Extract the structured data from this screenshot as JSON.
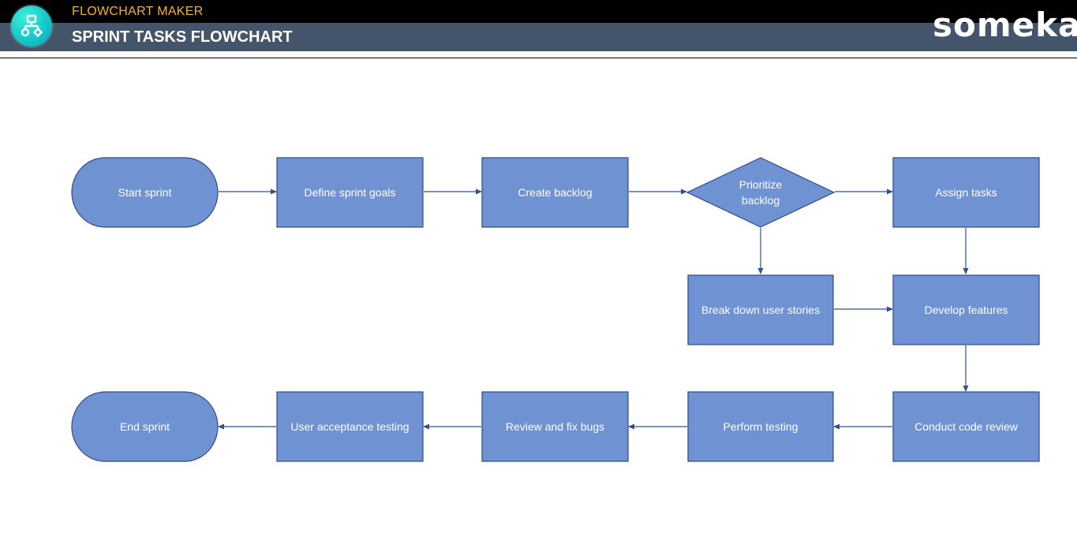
{
  "header": {
    "app_name": "FLOWCHART MAKER",
    "page_title": "SPRINT TASKS FLOWCHART",
    "brand": "someka",
    "app_icon": "flowchart-icon"
  },
  "colors": {
    "node_fill": "#6f93d2",
    "node_stroke": "#2f4b86",
    "connector": "#2f528f",
    "header_bg": "#44546a",
    "accent": "#f5b325"
  },
  "flowchart": {
    "nodes": [
      {
        "id": "n1",
        "label": "Start sprint",
        "shape": "terminator"
      },
      {
        "id": "n2",
        "label": "Define sprint goals",
        "shape": "process"
      },
      {
        "id": "n3",
        "label": "Create backlog",
        "shape": "process"
      },
      {
        "id": "n4",
        "label": "Prioritize backlog",
        "shape": "decision"
      },
      {
        "id": "n5",
        "label": "Assign tasks",
        "shape": "process"
      },
      {
        "id": "n6",
        "label": "Break down user stories",
        "shape": "process"
      },
      {
        "id": "n7",
        "label": "Develop features",
        "shape": "process"
      },
      {
        "id": "n8",
        "label": "Conduct code review",
        "shape": "process"
      },
      {
        "id": "n9",
        "label": "Perform testing",
        "shape": "process"
      },
      {
        "id": "n10",
        "label": "Review and fix bugs",
        "shape": "process"
      },
      {
        "id": "n11",
        "label": "User acceptance testing",
        "shape": "process"
      },
      {
        "id": "n12",
        "label": "End sprint",
        "shape": "terminator"
      }
    ],
    "edges": [
      {
        "from": "n1",
        "to": "n2"
      },
      {
        "from": "n2",
        "to": "n3"
      },
      {
        "from": "n3",
        "to": "n4"
      },
      {
        "from": "n4",
        "to": "n5"
      },
      {
        "from": "n4",
        "to": "n6"
      },
      {
        "from": "n5",
        "to": "n7"
      },
      {
        "from": "n6",
        "to": "n7"
      },
      {
        "from": "n7",
        "to": "n8"
      },
      {
        "from": "n8",
        "to": "n9"
      },
      {
        "from": "n9",
        "to": "n10"
      },
      {
        "from": "n10",
        "to": "n11"
      },
      {
        "from": "n11",
        "to": "n12"
      }
    ]
  }
}
